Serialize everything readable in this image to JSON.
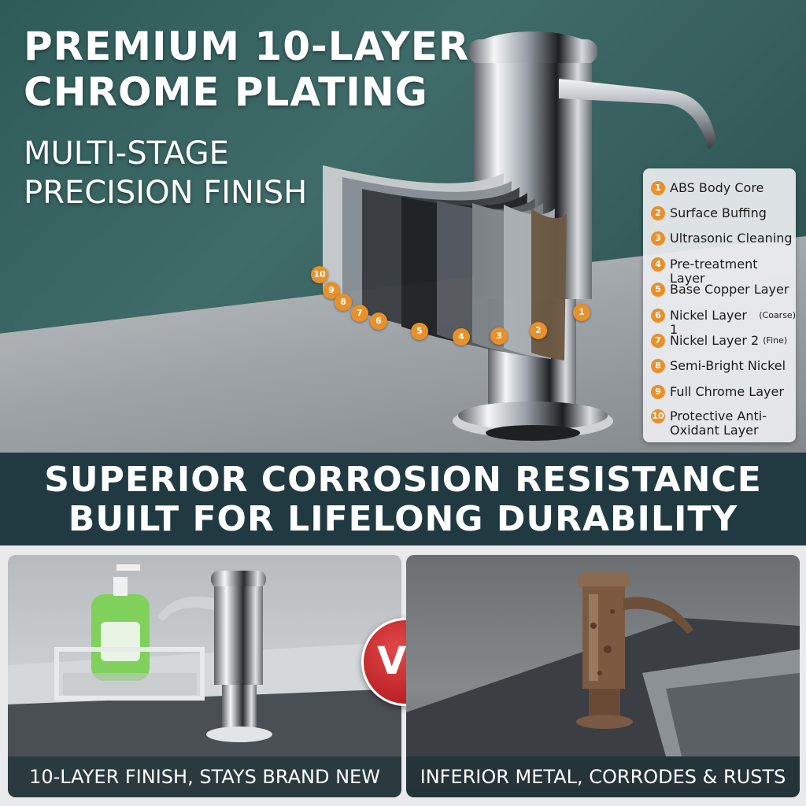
{
  "hero": {
    "title_line1": "PREMIUM 10-LAYER",
    "title_line2": "CHROME PLATING",
    "subtitle_line1": "MULTI-STAGE",
    "subtitle_line2": "PRECISION FINISH"
  },
  "layers": [
    {
      "num": "1",
      "label": "ABS Body Core",
      "note": ""
    },
    {
      "num": "2",
      "label": "Surface Buffing",
      "note": ""
    },
    {
      "num": "3",
      "label": "Ultrasonic Cleaning",
      "note": ""
    },
    {
      "num": "4",
      "label": "Pre-treatment Layer",
      "note": ""
    },
    {
      "num": "5",
      "label": "Base Copper Layer",
      "note": ""
    },
    {
      "num": "6",
      "label": "Nickel Layer 1",
      "note": "(Coarse)"
    },
    {
      "num": "7",
      "label": "Nickel Layer 2",
      "note": "(Fine)"
    },
    {
      "num": "8",
      "label": "Semi-Bright Nickel",
      "note": ""
    },
    {
      "num": "9",
      "label": "Full Chrome Layer",
      "note": ""
    },
    {
      "num": "10",
      "label": "Protective Anti-Oxidant Layer",
      "note": ""
    }
  ],
  "band": {
    "line1": "SUPERIOR CORROSION RESISTANCE",
    "line2": "BUILT FOR LIFELONG DURABILITY"
  },
  "comparison": {
    "left_caption": "10-LAYER FINISH, STAYS BRAND NEW",
    "vs_label": "VS",
    "right_caption": "INFERIOR METAL, CORRODES & RUSTS"
  },
  "colors": {
    "accent_orange": "#e8902a",
    "hero_teal": "#2e5a58",
    "band_navy": "#213a42",
    "vs_red": "#c42a2c"
  }
}
